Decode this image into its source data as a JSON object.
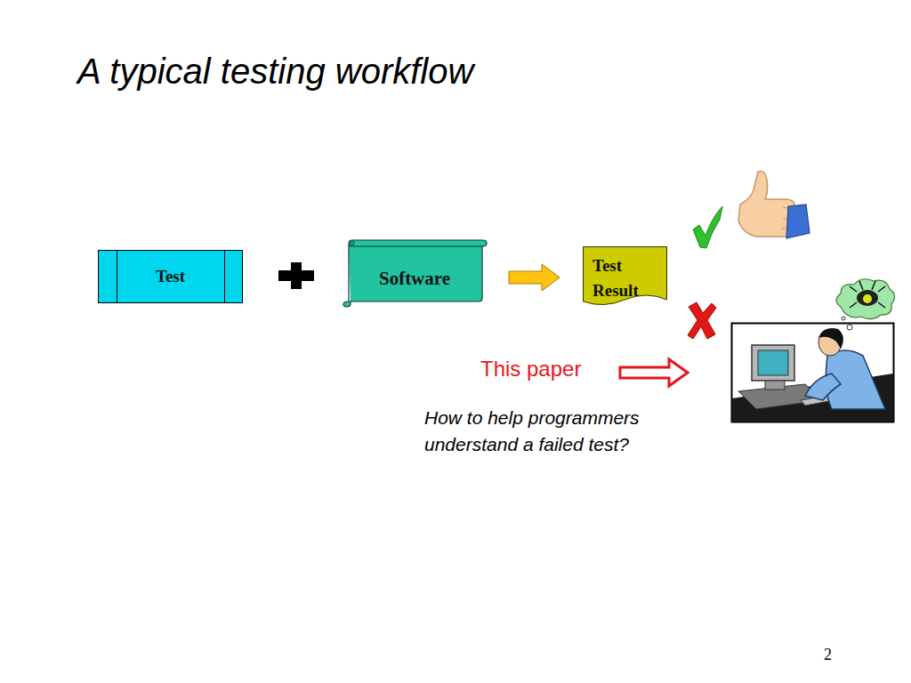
{
  "diagram": {
    "title": "A typical testing workflow",
    "nodes": [
      {
        "text": [
          "Test"
        ]
      },
      {
        "text": [
          "Software"
        ]
      },
      {
        "text": [
          "Test Result"
        ]
      }
    ],
    "edges": [
      {
        "from": 1,
        "to": 2,
        "arrow": "to"
      }
    ],
    "labels": [
      "This paper",
      "How to help programmers understand a failed test?",
      "2"
    ]
  }
}
